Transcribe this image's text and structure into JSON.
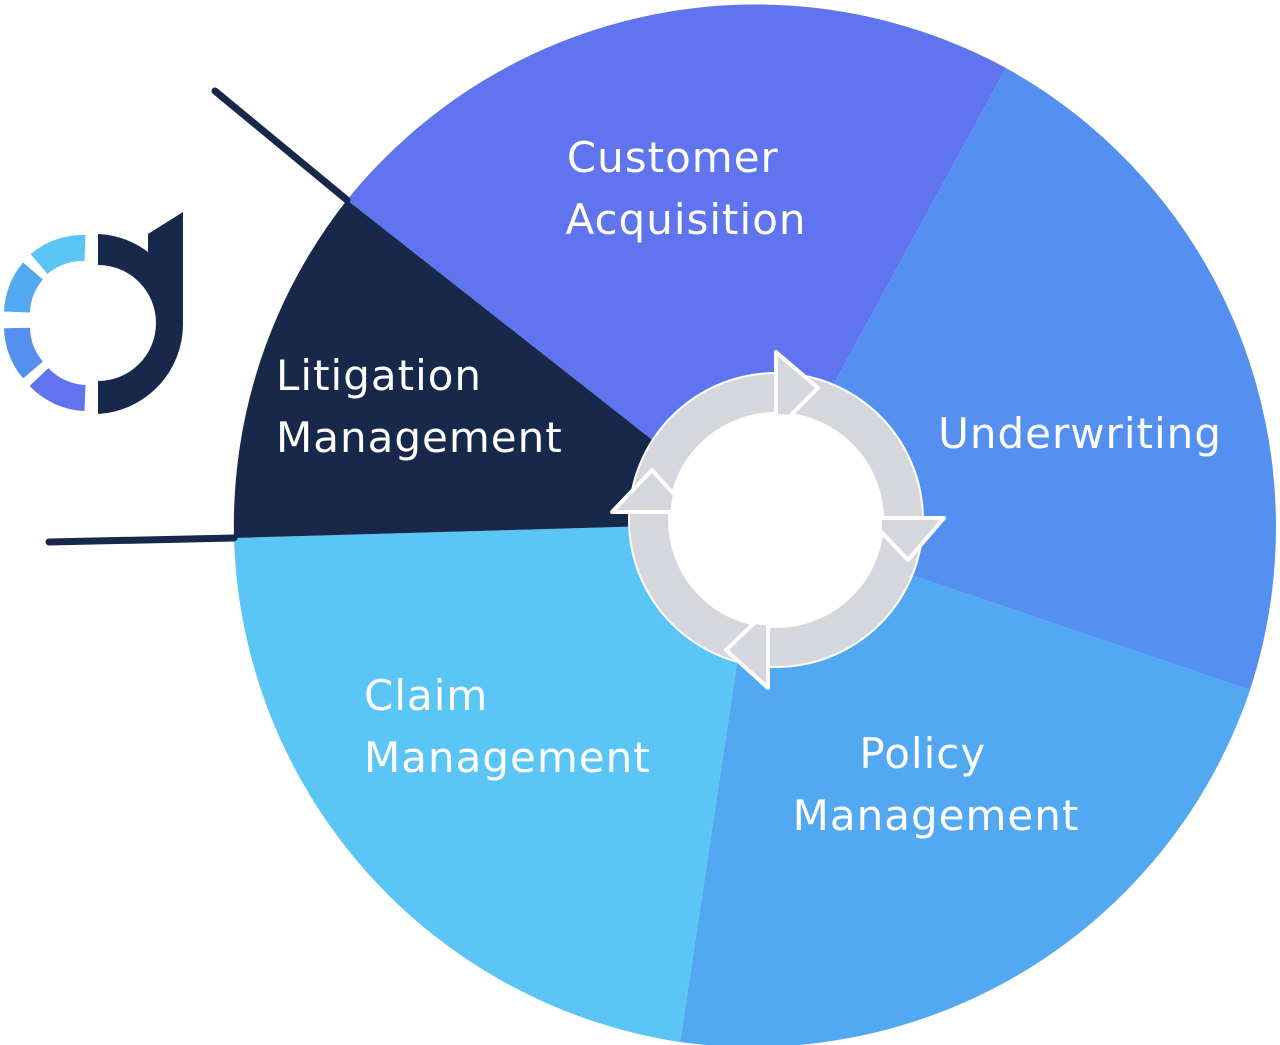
{
  "diagram": {
    "segments": [
      {
        "id": "customer-acquisition",
        "lines": [
          "Customer",
          "Acquisition"
        ],
        "color": "#5F74EE"
      },
      {
        "id": "underwriting",
        "lines": [
          "Underwriting"
        ],
        "color": "#558FF0"
      },
      {
        "id": "policy-management",
        "lines": [
          "Policy",
          "Management"
        ],
        "color": "#53A8F2"
      },
      {
        "id": "claim-management",
        "lines": [
          "Claim",
          "Management"
        ],
        "color": "#5BC5F5"
      },
      {
        "id": "litigation-management",
        "lines": [
          "Litigation",
          "Management"
        ],
        "color": "#17284A"
      }
    ],
    "highlighted_segment": "litigation-management",
    "center_icon": "cycle-arrows-icon",
    "cycle_color": "#D6D7DC",
    "logo_icon": "brand-logo-icon"
  }
}
